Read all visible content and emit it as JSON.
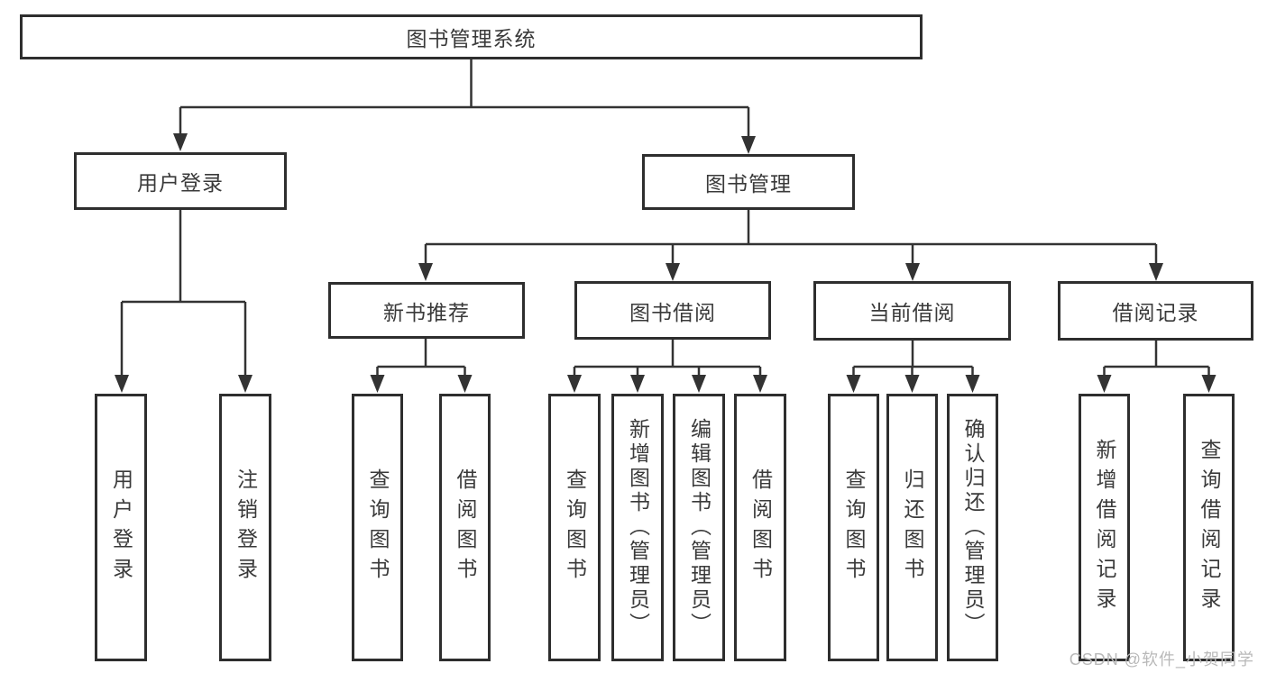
{
  "diagram": {
    "title": "图书管理系统",
    "level2": {
      "user_login": "用户登录",
      "book_mgmt": "图书管理"
    },
    "level3": {
      "new_books": "新书推荐",
      "book_borrow": "图书借阅",
      "current_borrow": "当前借阅",
      "borrow_records": "借阅记录"
    },
    "leaves": {
      "login": [
        "用户登录",
        "注销登录"
      ],
      "new_books": [
        "查询图书",
        "借阅图书"
      ],
      "book_borrow": [
        "查询图书",
        "新增图书（管理员）",
        "编辑图书（管理员）",
        "借阅图书"
      ],
      "current_borrow": [
        "查询图书",
        "归还图书",
        "确认归还（管理员）"
      ],
      "borrow_records": [
        "新增借阅记录",
        "查询借阅记录"
      ]
    }
  },
  "watermark": {
    "text": "CSDN @软件_小贺同学",
    "color": "#b9b9b9"
  },
  "colors": {
    "line": "#333333",
    "box_border": "#2e2e2e",
    "text": "#3a3a3a",
    "background": "#ffffff"
  }
}
